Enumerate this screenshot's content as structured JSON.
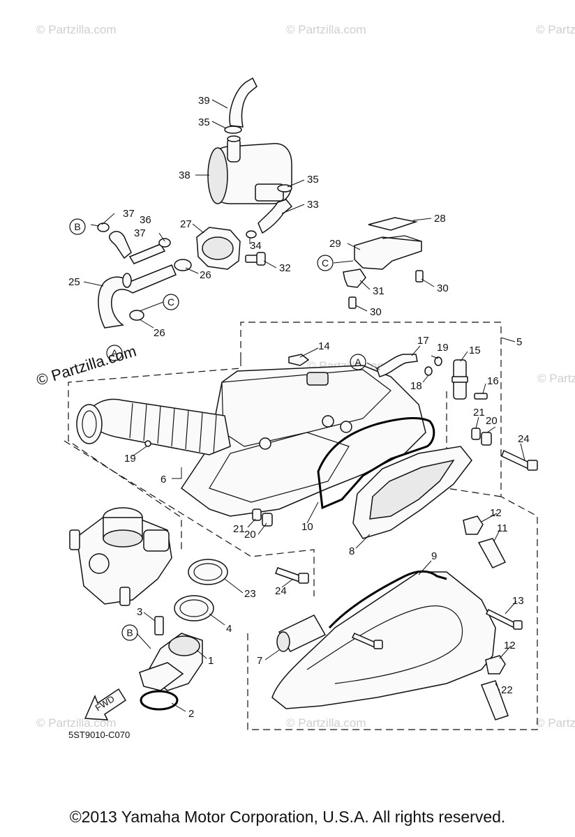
{
  "diagram_code": "5ST9010-C070",
  "copyright": "©2013  Yamaha Motor Corporation, U.S.A. All rights reserved.",
  "watermarks": {
    "small": "© Partzilla.com",
    "large": "© Partzilla.com"
  },
  "fwd_arrow_label": "FWD",
  "part_numbers": [
    "1",
    "2",
    "3",
    "4",
    "5",
    "6",
    "7",
    "8",
    "9",
    "10",
    "11",
    "12",
    "13",
    "14",
    "15",
    "16",
    "17",
    "18",
    "19",
    "20",
    "21",
    "22",
    "23",
    "24",
    "25",
    "26",
    "27",
    "28",
    "29",
    "30",
    "31",
    "32",
    "33",
    "34",
    "35",
    "36",
    "37",
    "38",
    "39"
  ],
  "callouts": [
    {
      "n": "39"
    },
    {
      "n": "35"
    },
    {
      "n": "38"
    },
    {
      "n": "35"
    },
    {
      "n": "33"
    },
    {
      "n": "37"
    },
    {
      "n": "36"
    },
    {
      "n": "37"
    },
    {
      "n": "27"
    },
    {
      "n": "34"
    },
    {
      "n": "32"
    },
    {
      "n": "26"
    },
    {
      "n": "25"
    },
    {
      "n": "26"
    },
    {
      "n": "28"
    },
    {
      "n": "29"
    },
    {
      "n": "31"
    },
    {
      "n": "30"
    },
    {
      "n": "30"
    },
    {
      "n": "14"
    },
    {
      "n": "17"
    },
    {
      "n": "19"
    },
    {
      "n": "15"
    },
    {
      "n": "5"
    },
    {
      "n": "18"
    },
    {
      "n": "16"
    },
    {
      "n": "21"
    },
    {
      "n": "20"
    },
    {
      "n": "24"
    },
    {
      "n": "19"
    },
    {
      "n": "6"
    },
    {
      "n": "10"
    },
    {
      "n": "21"
    },
    {
      "n": "20"
    },
    {
      "n": "12"
    },
    {
      "n": "11"
    },
    {
      "n": "8"
    },
    {
      "n": "9"
    },
    {
      "n": "24"
    },
    {
      "n": "23"
    },
    {
      "n": "13"
    },
    {
      "n": "3"
    },
    {
      "n": "4"
    },
    {
      "n": "1"
    },
    {
      "n": "7"
    },
    {
      "n": "12"
    },
    {
      "n": "22"
    },
    {
      "n": "2"
    }
  ],
  "reference_markers": [
    "B",
    "C",
    "C",
    "A",
    "A",
    "B"
  ]
}
